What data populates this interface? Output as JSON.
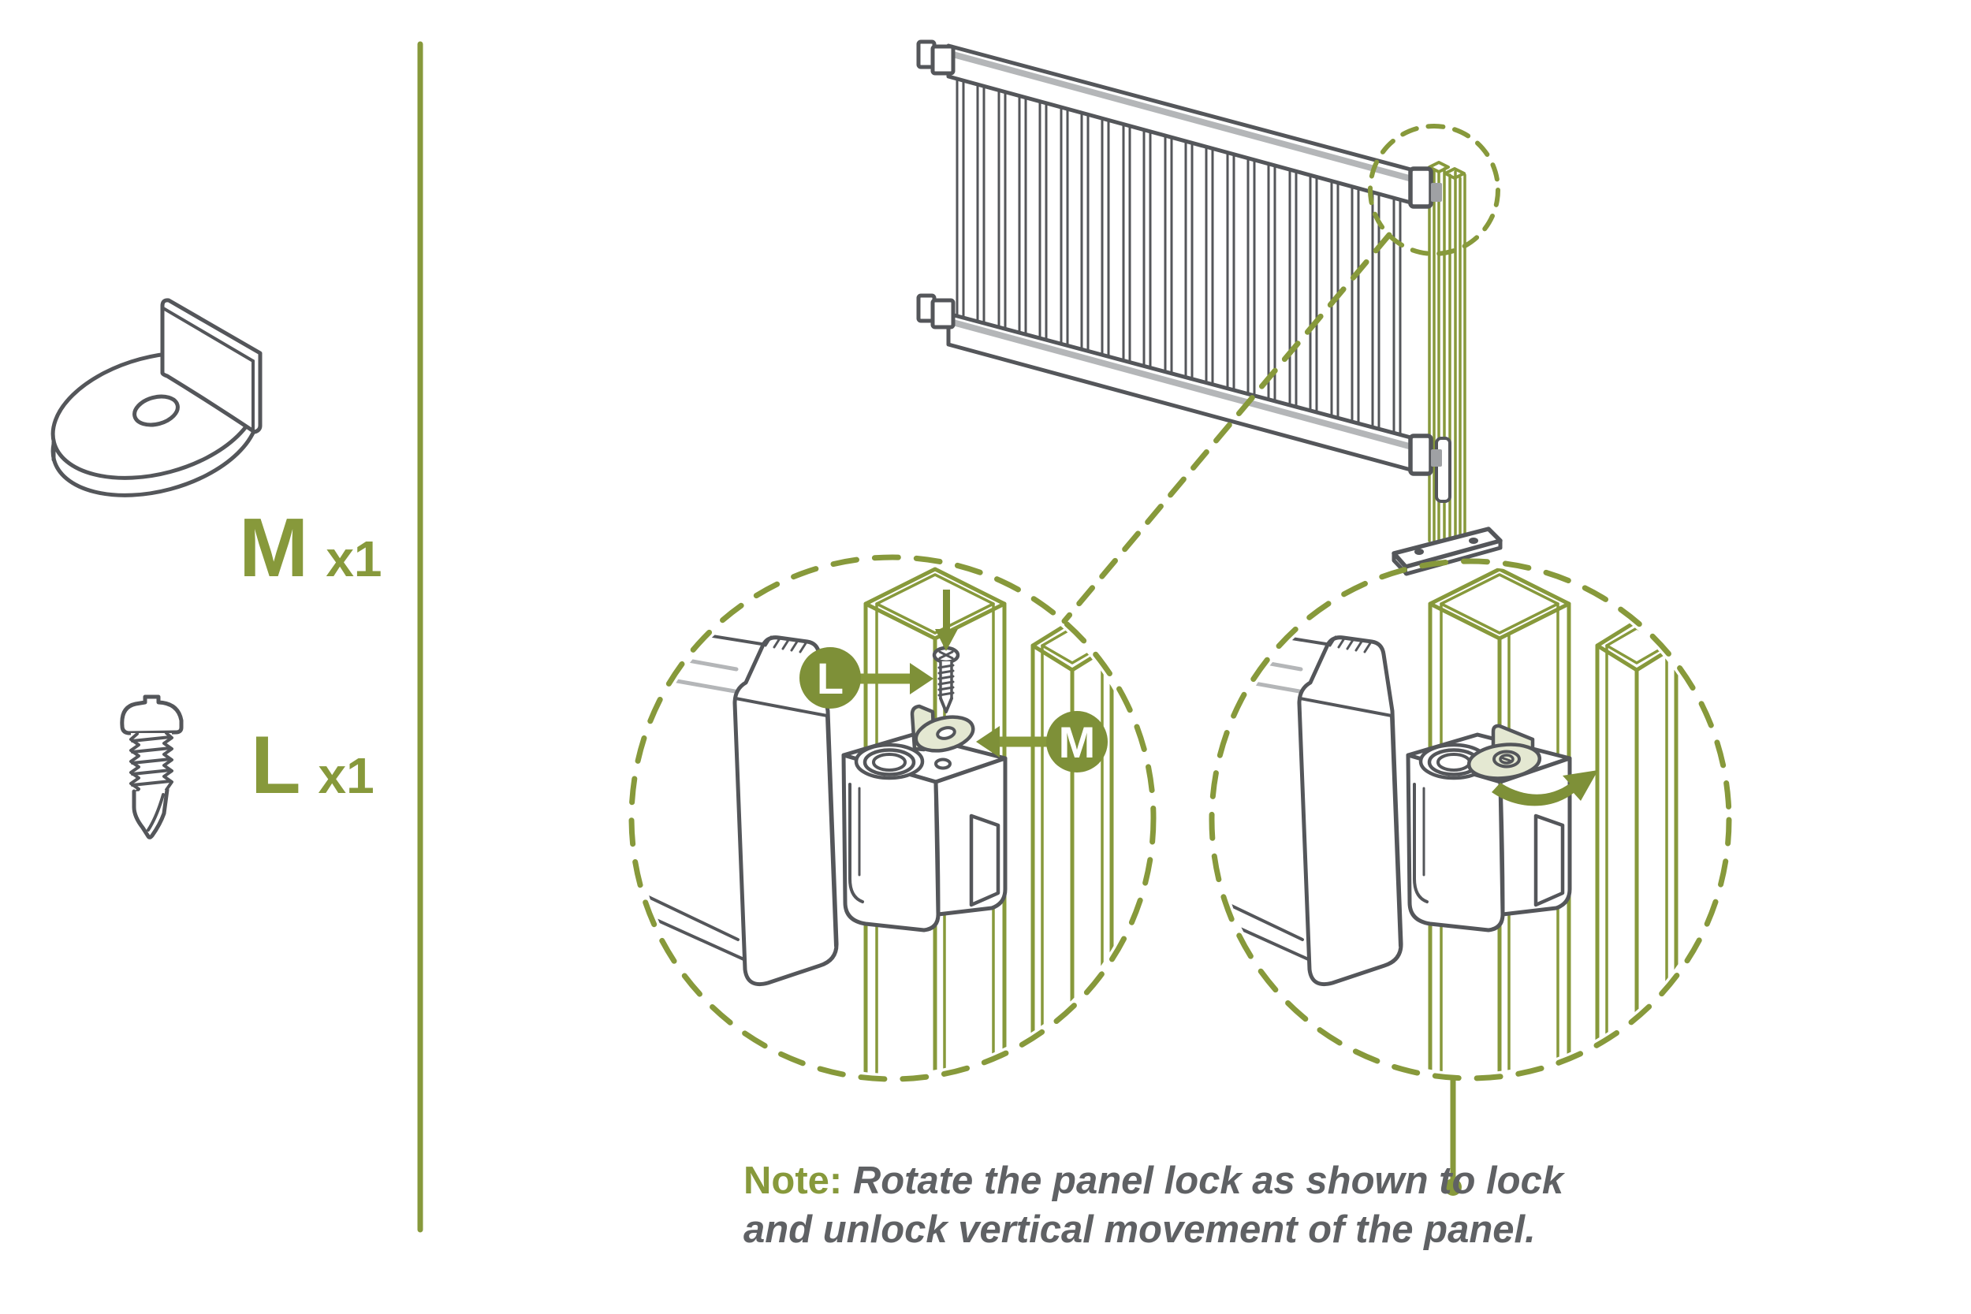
{
  "parts_list": {
    "m": {
      "letter": "M",
      "qty": "x1"
    },
    "l": {
      "letter": "L",
      "qty": "x1"
    }
  },
  "detail_badges": {
    "l": "L",
    "m": "M"
  },
  "note": {
    "prefix": "Note:",
    "line1": "Rotate the panel lock as shown to lock",
    "line2": "and unlock vertical movement of the panel."
  },
  "colors": {
    "green": "#87993B",
    "green_fill": "#7E9038",
    "bracket_fill": "#E4E8D2",
    "line_gray": "#54565A",
    "light_gray": "#B4B6B8",
    "text_gray": "#5F6164"
  }
}
